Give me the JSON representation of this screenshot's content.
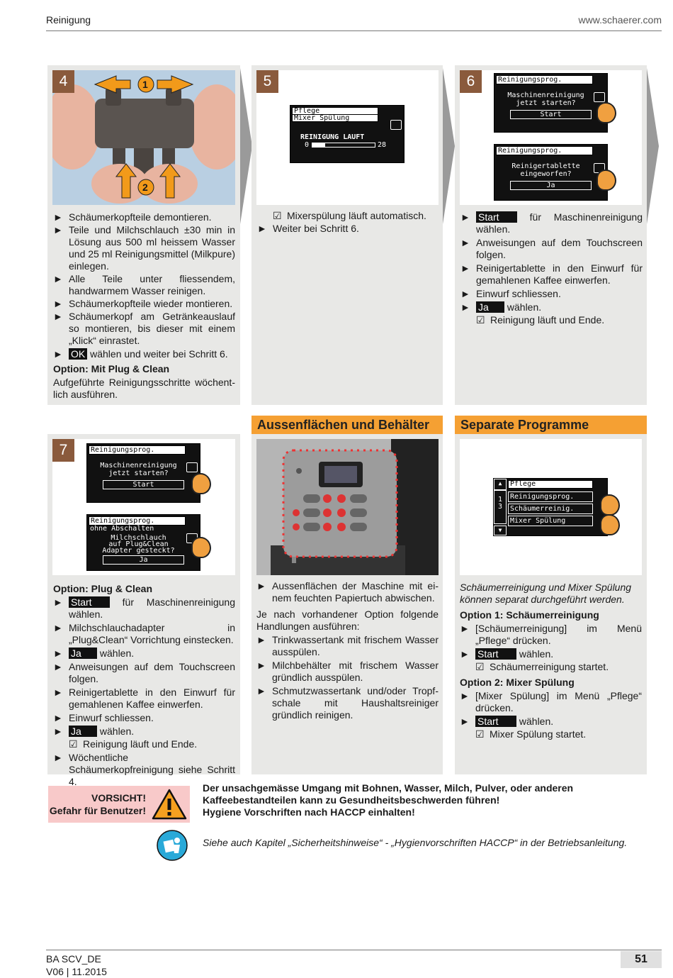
{
  "header": {
    "section": "Reinigung",
    "website": "www.schaerer.com"
  },
  "steps": {
    "s4": {
      "num": "4",
      "items": [
        "Schäumerkopfteile demontieren.",
        "Teile und Milchschlauch ±30 min in Lösung aus 500 ml heissem Wasser und 25 ml Reinigungsmittel (Milkpure) einlegen.",
        "Alle Teile unter fliessendem, handwar­mem Wasser reinigen.",
        "Schäumerkopfteile wieder montieren.",
        "Schäumerkopf am Getränkeauslauf so montieren, bis dieser mit einem „Klick“ einrastet."
      ],
      "ok_chip": "OK",
      "ok_text": "wählen und weiter bei Schritt 6.",
      "option_title": "Option: Mit Plug & Clean",
      "option_text": "Aufgeführte Reinigungsschritte wöchent­lich ausführen.",
      "img_label1": "1",
      "img_label2": "2"
    },
    "s5": {
      "num": "5",
      "check": "Mixerspülung läuft automatisch.",
      "item": "Weiter bei Schritt 6.",
      "lcd": {
        "line1": "Pflege",
        "line2": "Mixer Spülung",
        "line3": "REINIGUNG LAUFT",
        "start": "0",
        "end": "28"
      }
    },
    "s6": {
      "num": "6",
      "item1_chip": "Start",
      "item1_a": "für",
      "item1_b": "Maschinenreinigung",
      "item1_c": "wählen.",
      "item2": "Anweisungen auf dem Touchscreen folgen.",
      "item3": "Reinigertablette in den Einwurf für ge­mahlenen Kaffee einwerfen.",
      "item4": "Einwurf schliessen.",
      "item5_chip": "Ja",
      "item5_text": "wählen.",
      "check": "Reinigung läuft und Ende.",
      "lcd1": {
        "title": "Reinigungsprog.",
        "l1": "Maschinenreinigung",
        "l2": "jetzt starten?",
        "btn": "Start"
      },
      "lcd2": {
        "title": "Reinigungsprog.",
        "l1": "Reinigertablette",
        "l2": "eingeworfen?",
        "btn": "Ja"
      }
    },
    "s7": {
      "num": "7",
      "option_title": "Option: Plug & Clean",
      "item1_chip": "Start",
      "item1_a": "für",
      "item1_b": "Maschinenreinigung",
      "item1_c": "wählen.",
      "item2": "Milchschlauchadapter in „Plug&Clean“ Vorrichtung einstecken.",
      "item3_chip": "Ja",
      "item3_text": "wählen.",
      "item4": "Anweisungen auf dem Touchscreen folgen.",
      "item5": "Reinigertablette in den Einwurf für ge­mahlenen Kaffee einwerfen.",
      "item6": "Einwurf schliessen.",
      "item7_chip": "Ja",
      "item7_text": "wählen.",
      "check": "Reinigung läuft und Ende.",
      "item8": "Wöchentliche Schäumerkopfreinigung siehe Schritt 4.",
      "lcd1": {
        "title": "Reinigungsprog.",
        "l1": "Maschinenreinigung",
        "l2": "jetzt starten?",
        "btn": "Start"
      },
      "lcd2": {
        "title": "Reinigungsprog.",
        "sub": "ohne Abschalten",
        "l1": "Milchschlauch",
        "l2": "auf Plug&Clean",
        "l3": "Adapter gesteckt?",
        "btn": "Ja"
      }
    }
  },
  "aussen": {
    "title": "Aussenflächen und Behälter",
    "item1": "Aussenflächen der Maschine mit ei­nem feuchten Papiertuch abwischen.",
    "para": "Je nach vorhandener Option folgende Handlungen ausführen:",
    "item2": "Trinkwassertank mit frischem Wasser ausspülen.",
    "item3": "Milchbehälter mit frischem Wasser gründlich ausspülen.",
    "item4": "Schmutzwassertank und/oder Tropf­schale mit Haushaltsreiniger gründlich reinigen."
  },
  "separate": {
    "title": "Separate Programme",
    "intro": "Schäumerreinigung und Mixer Spülung können separat durchgeführt werden.",
    "opt1_title": "Option 1: Schäumerreinigung",
    "opt1_item": "[Schäumerreinigung] im Menü „Pflege“ drücken.",
    "opt1_chip": "Start",
    "opt1_chip_text": "wählen.",
    "opt1_check": "Schäumerreinigung startet.",
    "opt2_title": "Option 2: Mixer Spülung",
    "opt2_item": "[Mixer Spülung] im Menü „Pflege“ drü­cken.",
    "opt2_chip": "Start",
    "opt2_chip_text": "wählen.",
    "opt2_check": "Mixer Spülung startet.",
    "lcd": {
      "title": "Pflege",
      "r1": "Reinigungsprog.",
      "r2": "Schäumerreinig.",
      "r3": "Mixer Spülung",
      "n1": "1",
      "n2": "3"
    }
  },
  "warning": {
    "t1": "VORSICHT!",
    "t2": "Gefahr für Benutzer!",
    "text1": "Der unsachgemässe Umgang mit Bohnen, Wasser, Milch, Pulver, oder anderen Kaffeebestandteilen kann zu Gesundheitsbeschwerden führen!",
    "text2": "Hygiene Vorschriften nach HACCP einhalten!"
  },
  "see": "Siehe auch Kapitel „Sicherheitshinweise“ - „Hygienvorschriften HACCP“ in der Betriebsanleitung.",
  "footer": {
    "doc": "BA SCV_DE",
    "version": "V06 | 11.2015",
    "page": "51"
  },
  "bullet": "►",
  "checkmark": "☑",
  "colors": {
    "accent": "#f5a033",
    "step": "#8a5a3c",
    "panel": "#e8e8e6",
    "warn": "#f8c9c9"
  }
}
